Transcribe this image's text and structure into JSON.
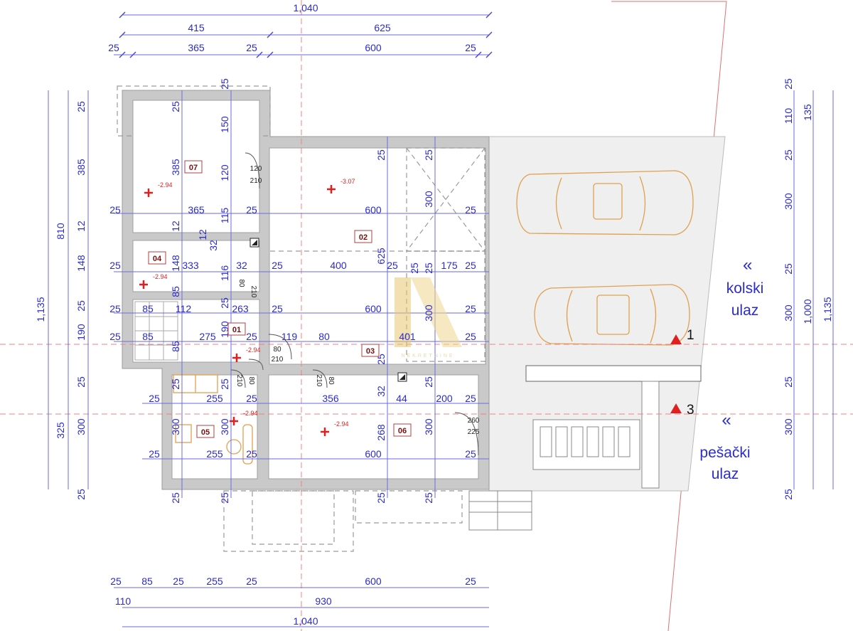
{
  "dimensions": {
    "top": [
      "1,040",
      "415",
      "625",
      "25",
      "365",
      "25",
      "600",
      "25"
    ],
    "bottom": [
      "25",
      "85",
      "25",
      "255",
      "25",
      "600",
      "25",
      "110",
      "930",
      "1,040"
    ],
    "left": [
      "1,135",
      "810",
      "325",
      "25",
      "385",
      "12",
      "148",
      "25",
      "190",
      "25",
      "300",
      "25"
    ],
    "right": [
      "25",
      "110",
      "25",
      "300",
      "25",
      "300",
      "25",
      "300",
      "25",
      "135",
      "1,000",
      "1,135"
    ],
    "interior_h": [
      "25",
      "365",
      "25",
      "600",
      "25",
      "25",
      "333",
      "32",
      "25",
      "400",
      "25",
      "175",
      "25",
      "25",
      "85",
      "112",
      "263",
      "25",
      "600",
      "25",
      "25",
      "85",
      "275",
      "25",
      "119",
      "80",
      "401",
      "25",
      "25",
      "255",
      "25",
      "356",
      "44",
      "200",
      "25",
      "25",
      "255",
      "25",
      "600",
      "25"
    ],
    "interior_v": [
      "25",
      "385",
      "12",
      "148",
      "85",
      "85",
      "25",
      "150",
      "120",
      "115",
      "12",
      "32",
      "116",
      "25",
      "190",
      "25",
      "625",
      "25",
      "32",
      "268",
      "25",
      "300",
      "25",
      "25",
      "300",
      "25",
      "300",
      "25",
      "300",
      "25",
      "300",
      "25",
      "25",
      "25",
      "25"
    ]
  },
  "doors": [
    "120",
    "210",
    "80",
    "210",
    "80",
    "210",
    "210",
    "80",
    "210",
    "80",
    "260",
    "225"
  ],
  "rooms": [
    "07",
    "04",
    "02",
    "01",
    "03",
    "05",
    "06"
  ],
  "elevations": [
    "-2.94",
    "-3.07",
    "-2.94",
    "-2.94",
    "-2.94",
    "-2.94"
  ],
  "entrances": {
    "vehicle": {
      "line1": "kolski",
      "line2": "ulaz",
      "marker": "1"
    },
    "pedestrian": {
      "line1": "pešački",
      "line2": "ulaz",
      "marker": "3"
    }
  },
  "watermark": {
    "text": "NEKRETNINE"
  },
  "colors": {
    "dimension": "#2b2bd0",
    "wall": "#c9c9c9",
    "elevation": "#e02020",
    "furniture": "#e0a050"
  }
}
